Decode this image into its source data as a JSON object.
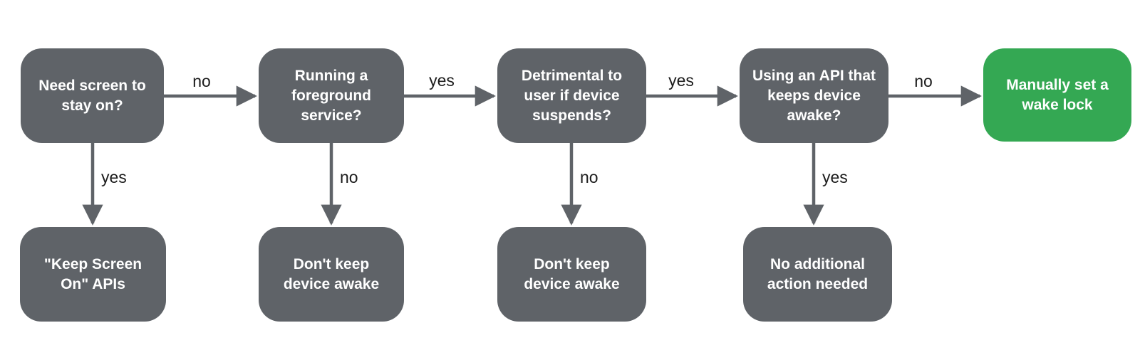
{
  "diagram": {
    "description": "Wake lock decision flowchart",
    "colors": {
      "node_fill": "#5f6368",
      "node_text": "#ffffff",
      "terminal_fill": "#34a853",
      "connector": "#5f6368",
      "edge_label_text": "#1c1c1c",
      "background": "#ffffff"
    },
    "nodes": {
      "q1": {
        "label": "Need screen to stay on?"
      },
      "q2": {
        "label": "Running a foreground service?"
      },
      "q3": {
        "label": "Detrimental to user if device suspends?"
      },
      "q4": {
        "label": "Using an API that keeps device awake?"
      },
      "wake_lock": {
        "label": "Manually set a wake lock"
      },
      "a1": {
        "label": "\"Keep Screen On\" APIs"
      },
      "a2": {
        "label": "Don't keep device awake"
      },
      "a3": {
        "label": "Don't keep device awake"
      },
      "a4": {
        "label": "No additional action needed"
      }
    },
    "edges": {
      "q1_to_q2": {
        "label": "no"
      },
      "q1_to_a1": {
        "label": "yes"
      },
      "q2_to_q3": {
        "label": "yes"
      },
      "q2_to_a2": {
        "label": "no"
      },
      "q3_to_q4": {
        "label": "yes"
      },
      "q3_to_a3": {
        "label": "no"
      },
      "q4_to_wake_lock": {
        "label": "no"
      },
      "q4_to_a4": {
        "label": "yes"
      }
    }
  }
}
